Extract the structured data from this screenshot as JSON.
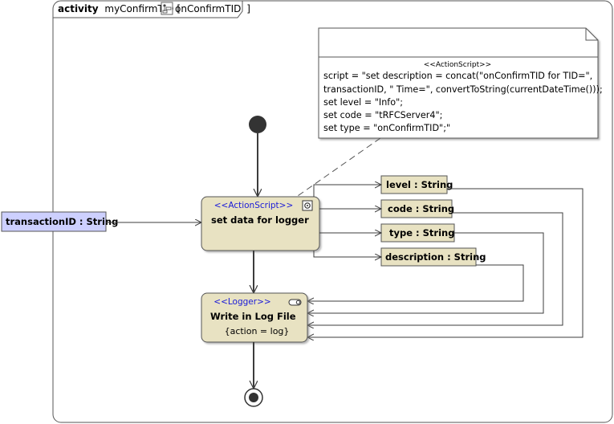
{
  "frame": {
    "keyword": "activity",
    "name": "myConfirmTID",
    "bracket_open": "[",
    "subtitle": "onConfirmTID",
    "bracket_close": "]",
    "icon": "activity-diagram-icon"
  },
  "note": {
    "stereotype": "<<ActionScript>>",
    "lines": [
      "script = \"set description = concat(\"onConfirmTID for TID=\",",
      "transactionID, \" Time=\", convertToString(currentDateTime()));",
      "set level = \"Info\";",
      "set code = \"tRFCServer4\";",
      "set type = \"onConfirmTID\";\""
    ]
  },
  "input_pin": {
    "label": "transactionID : String"
  },
  "action_set_data": {
    "stereotype": "<<ActionScript>>",
    "name": "set data for logger",
    "icon": "settings-icon"
  },
  "action_logger": {
    "stereotype": "<<Logger>>",
    "name": "Write in Log File",
    "constraint": "{action = log}",
    "icon": "toggle-icon"
  },
  "outputs": [
    {
      "label": "level : String"
    },
    {
      "label": "code : String"
    },
    {
      "label": "type : String"
    },
    {
      "label": "description : String"
    }
  ],
  "colors": {
    "action_fill": "#e8e2c2",
    "pin_fill": "#cdd0ff",
    "stereotype": "#1a1ad8",
    "line": "#3c3c3c"
  }
}
